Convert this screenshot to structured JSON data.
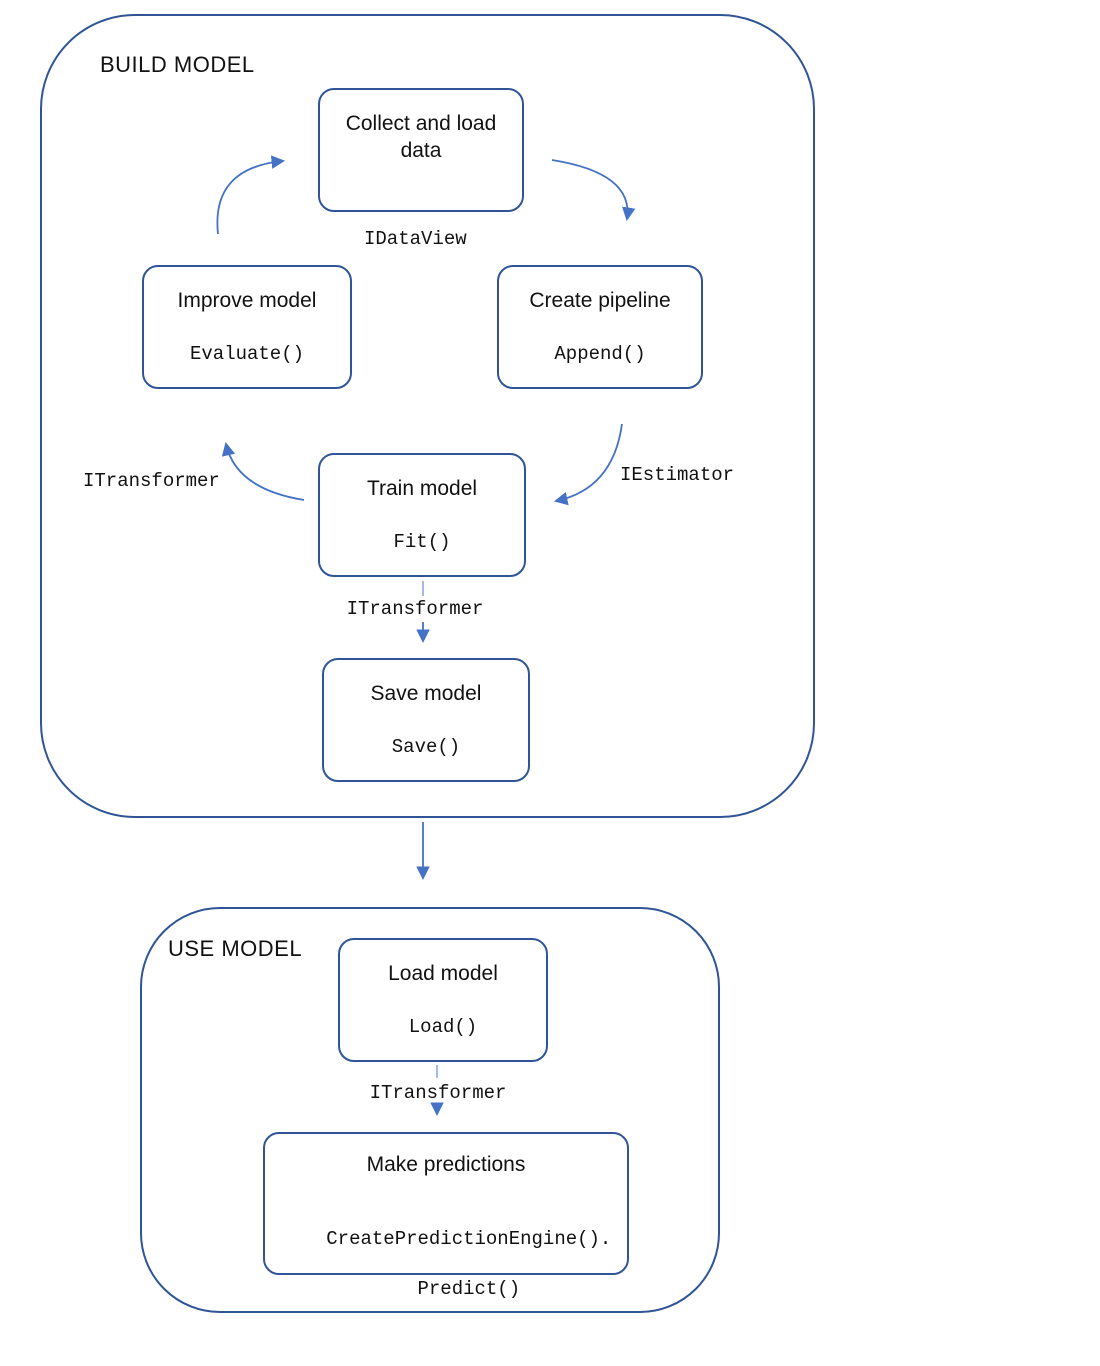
{
  "diagram": {
    "build_section": {
      "label": "BUILD MODEL",
      "nodes": {
        "collect": {
          "title": "Collect and load data"
        },
        "improve": {
          "title": "Improve model",
          "code": "Evaluate()"
        },
        "create": {
          "title": "Create pipeline",
          "code": "Append()"
        },
        "train": {
          "title": "Train model",
          "code": "Fit()"
        },
        "save": {
          "title": "Save model",
          "code": "Save()"
        }
      },
      "edge_labels": {
        "collect_to_create_out": "IDataView",
        "create_to_train": "IEstimator",
        "train_to_improve": "ITransformer",
        "train_to_save": "ITransformer"
      }
    },
    "use_section": {
      "label": "USE MODEL",
      "nodes": {
        "load": {
          "title": "Load model",
          "code": "Load()"
        },
        "predict": {
          "title": "Make predictions",
          "code_line1": "CreatePredictionEngine().",
          "code_line2": "Predict()"
        }
      },
      "edge_labels": {
        "load_to_predict": "ITransformer"
      }
    },
    "colors": {
      "box_border": "#2F5597",
      "arrow": "#4472C4",
      "connector_light": "#8FAADC",
      "text": "#111111",
      "background": "#ffffff"
    }
  }
}
